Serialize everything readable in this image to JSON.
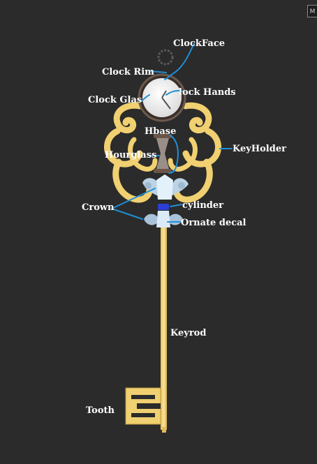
{
  "corner_button": {
    "label": "M"
  },
  "labels": {
    "clock_face": "ClockFace",
    "clock_rim": "Clock Rim",
    "clock_hands": "lock Hands",
    "clock_glass": "Clock Glas",
    "hbase": "Hbase",
    "hourglass": "Hourglass",
    "keyholder": "KeyHolder",
    "crown": "Crown",
    "cylinder": "cylinder",
    "ornate_decal": "Ornate decal",
    "keyrod": "Keyrod",
    "tooth": "Tooth"
  },
  "colors": {
    "background": "#2b2b2b",
    "leader_line": "#1f8fd6",
    "gold": "#f0d070",
    "crystal": "#cfe4f5",
    "cylinder": "#2b3fd6",
    "label_text": "#ffffff"
  }
}
